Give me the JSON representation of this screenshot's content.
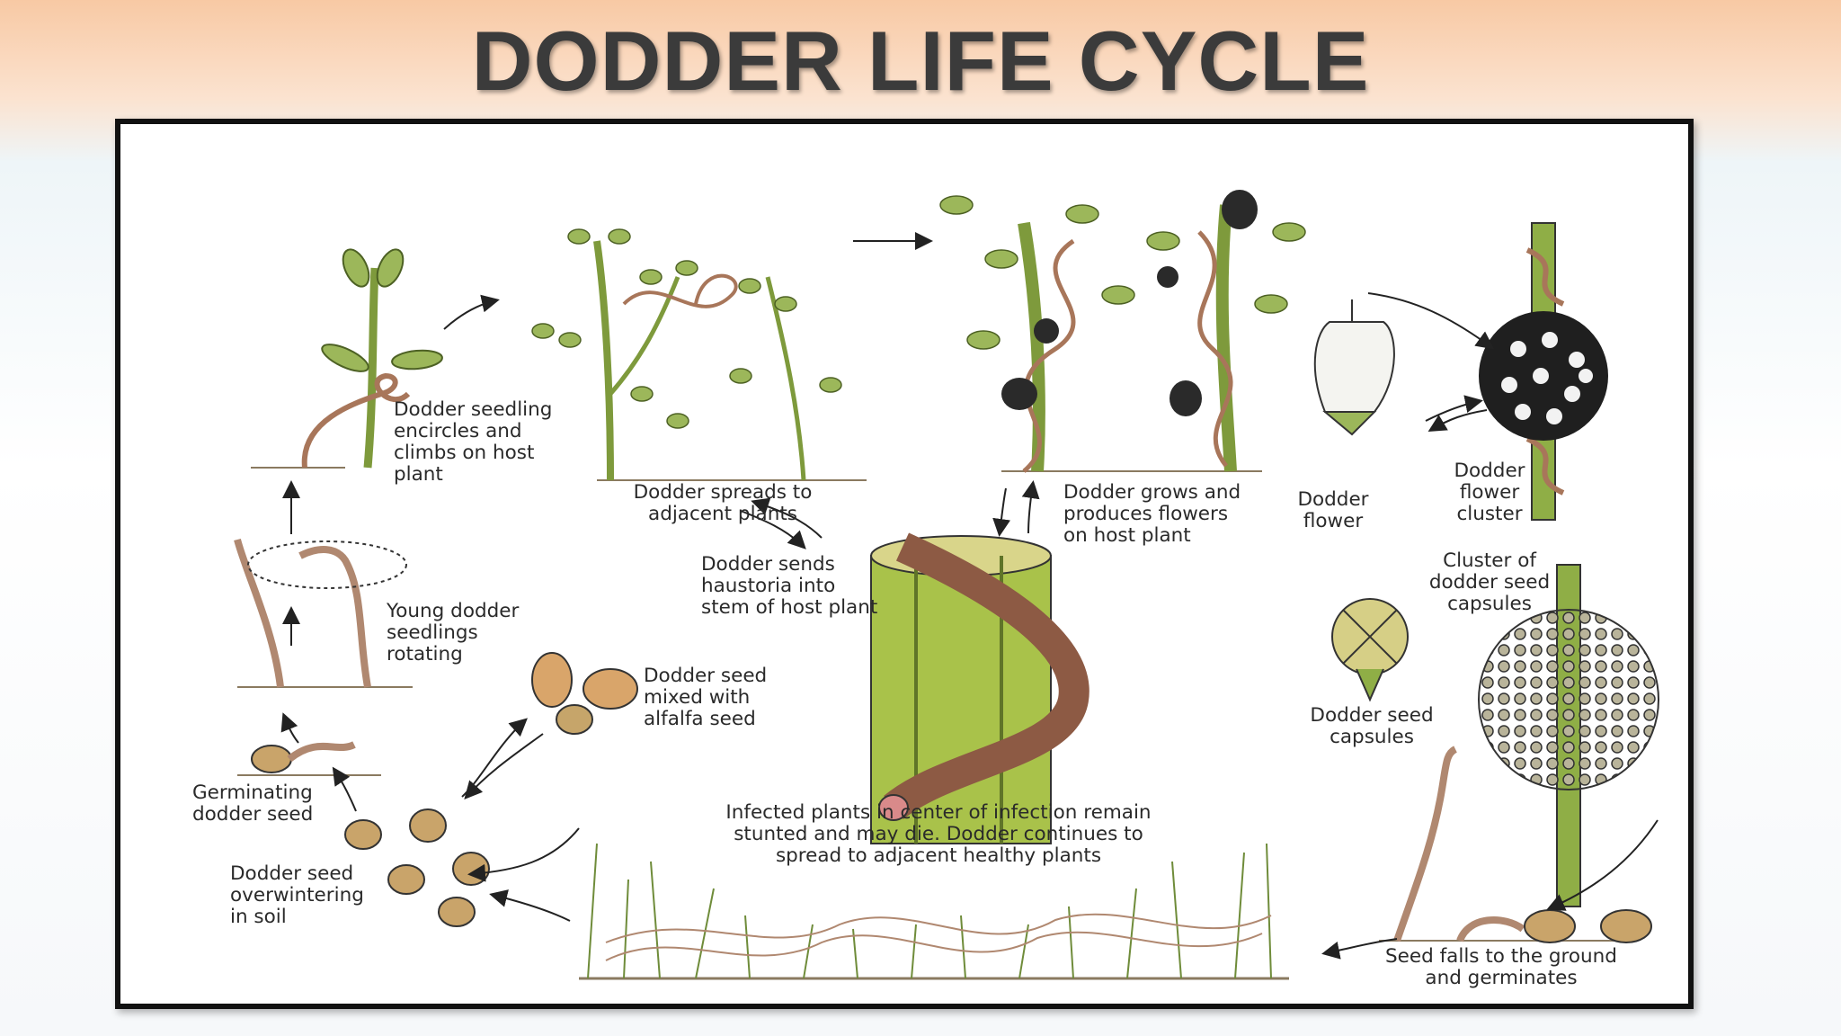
{
  "title": "DODDER LIFE CYCLE",
  "labels": {
    "seedling_climbs": "Dodder seedling\nencircles and\nclimbs on host\nplant",
    "spreads": "Dodder spreads to\nadjacent plants",
    "grows_flowers": "Dodder grows and\nproduces flowers\non host plant",
    "flower": "Dodder\nflower",
    "flower_cluster": "Dodder\nflower\ncluster",
    "haustoria": "Dodder sends\nhaustoria into\nstem of host plant",
    "young_seedlings": "Young dodder\nseedlings\nrotating",
    "seed_alfalfa": "Dodder seed\nmixed with\nalfalfa seed",
    "capsule_cluster": "Cluster of\ndodder seed\ncapsules",
    "seed_capsules": "Dodder seed\ncapsules",
    "germinating": "Germinating\ndodder seed",
    "infected": "Infected plants in center of infection remain\nstunted and may die. Dodder continues to\nspread to adjacent healthy plants",
    "overwintering": "Dodder seed\noverwintering\nin soil",
    "seed_falls": "Seed falls to the ground\nand germinates"
  }
}
